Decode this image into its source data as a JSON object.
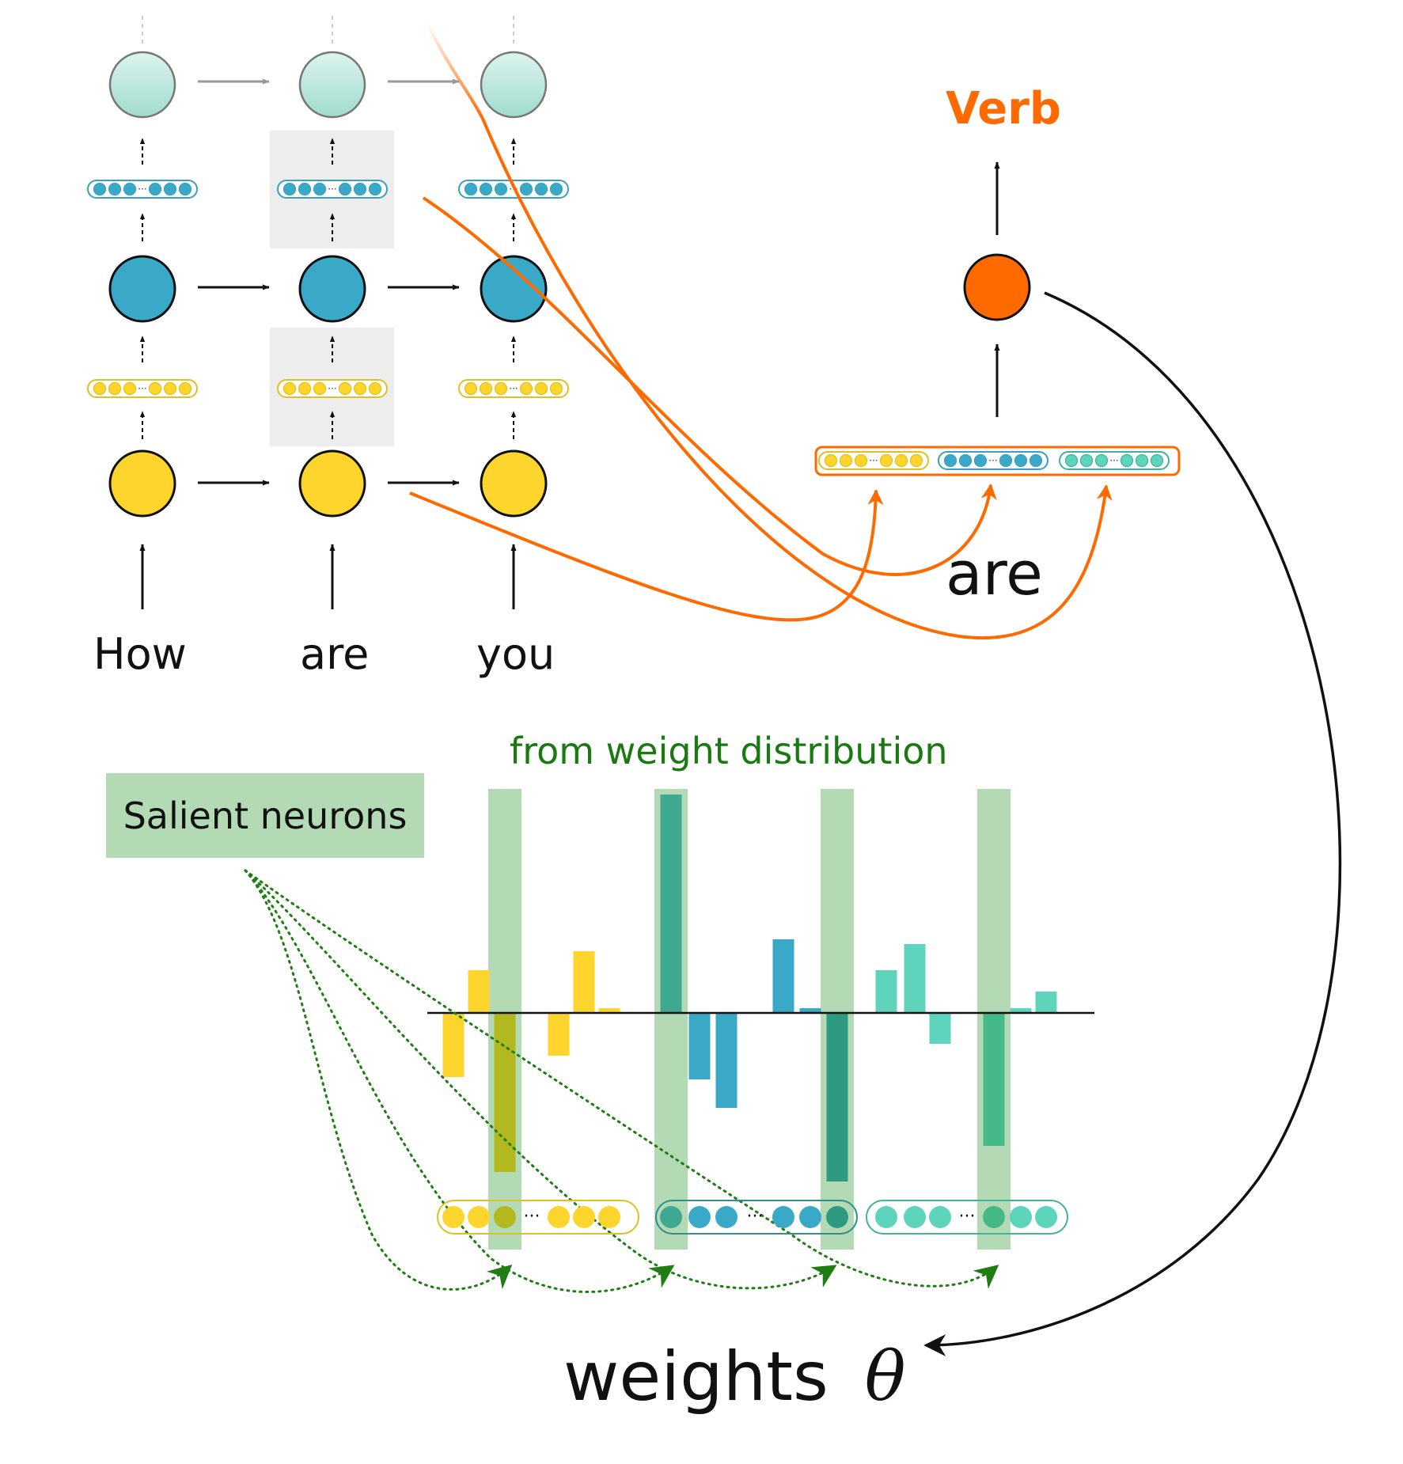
{
  "input_words": [
    "How",
    "are",
    "you"
  ],
  "output_label": "Verb",
  "focus_word": "are",
  "salient_label": "Salient neurons",
  "distribution_label": "from weight distribution",
  "weights_label": "weights",
  "theta_symbol": "θ",
  "colors": {
    "layer_input": "#fed52c",
    "layer_hidden": "#3aa9c8",
    "layer_top": "#bde8dd",
    "layer_third_vector": "#5fd4bc",
    "accent_orange": "#ff6a00",
    "salient_green": "#b3dab5",
    "dotted_green": "#1a7a12"
  },
  "chart_data": {
    "type": "bar",
    "groups": [
      {
        "color": "#fed52c",
        "values": [
          -0.27,
          0.18,
          -0.67,
          -0.18,
          0.26,
          0.02
        ]
      },
      {
        "color": "#3aa9c8",
        "values": [
          0.92,
          -0.28,
          -0.4,
          0.31,
          0.02,
          -0.71
        ]
      },
      {
        "color": "#5fd4bc",
        "values": [
          0.18,
          0.29,
          -0.13,
          -0.56,
          0.02,
          0.09
        ]
      }
    ],
    "highlighted": [
      {
        "group": 0,
        "index": 2,
        "bar_color": "#b2b81d"
      },
      {
        "group": 1,
        "index": 0,
        "bar_color": "#3fa891"
      },
      {
        "group": 1,
        "index": 5,
        "bar_color": "#2f9a82"
      },
      {
        "group": 2,
        "index": 3,
        "bar_color": "#44b987"
      }
    ]
  }
}
